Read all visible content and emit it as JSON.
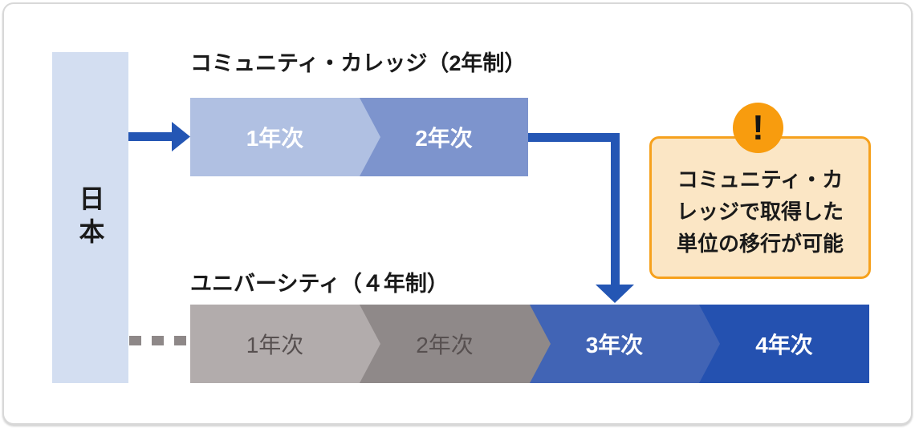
{
  "colors": {
    "card_bg": "#ffffff",
    "card_border": "#d8d8d8",
    "japan_bar": "#d3def1",
    "arrow_blue": "#2456b4",
    "cc_stage1": "#b0c0e2",
    "cc_stage2": "#7d94cd",
    "univ_stage1": "#b2acac",
    "univ_stage2": "#8f8989",
    "univ_stage3": "#4164b5",
    "univ_stage4": "#2451b0",
    "dashed_connector": "#8e8888",
    "dashed_gradient": "repeating-linear-gradient(90deg,#8e8888 0 15px,transparent 15px 28px)",
    "callout_bg": "#fbe6c5",
    "callout_border": "#f6a11d",
    "callout_icon_bg": "#f89c0e",
    "title_text": "#1a1a1a",
    "gray_label_text": "#575050",
    "white_label_text": "#ffffff"
  },
  "japan": {
    "label": "日本"
  },
  "community_college": {
    "title": "コミュニティ・カレッジ（2年制）",
    "stages": [
      {
        "label": "1年次"
      },
      {
        "label": "2年次"
      }
    ]
  },
  "university": {
    "title": "ユニバーシティ（４年制）",
    "stages": [
      {
        "label": "1年次"
      },
      {
        "label": "2年次"
      },
      {
        "label": "3年次"
      },
      {
        "label": "4年次"
      }
    ]
  },
  "callout": {
    "icon_glyph": "!",
    "lines": [
      "コミュニティ・カ",
      "レッジで取得した",
      "単位の移行が可能"
    ]
  }
}
